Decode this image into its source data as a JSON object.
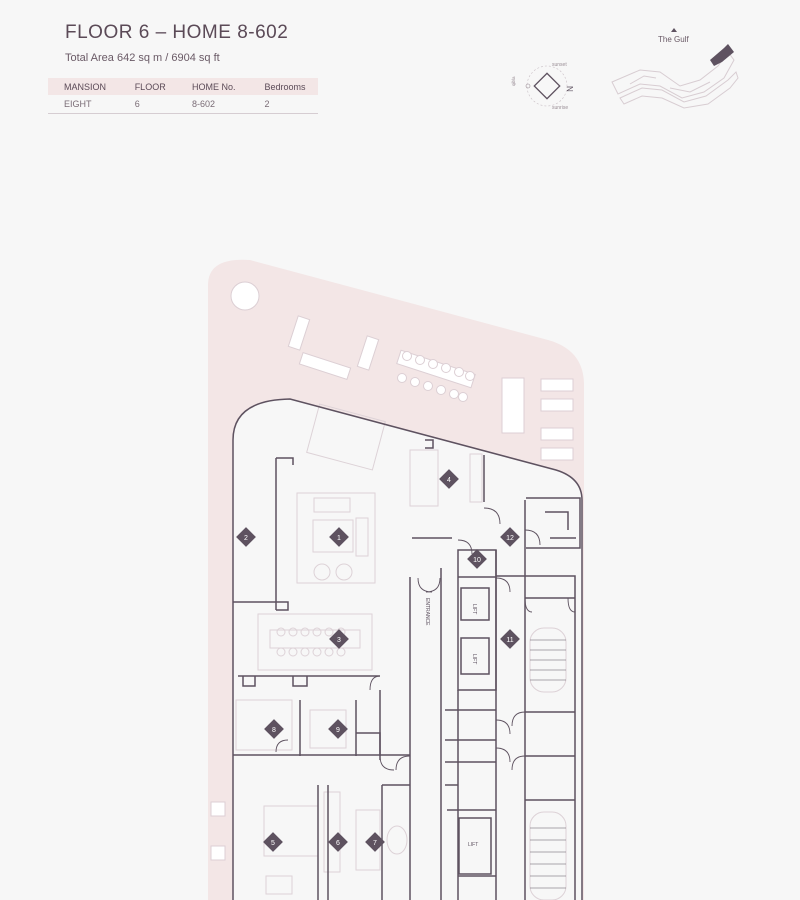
{
  "header": {
    "title": "FLOOR 6 – HOME 8-602",
    "subtitle": "Total Area 642 sq m / 6904 sq ft"
  },
  "specs": {
    "headers": [
      "MANSION",
      "FLOOR",
      "HOME No.",
      "Bedrooms"
    ],
    "values": [
      "EIGHT",
      "6",
      "8-602",
      "2"
    ]
  },
  "compass": {
    "north": "N",
    "sunset": "sunset",
    "sunrise": "sunrise",
    "qibla": "qibla"
  },
  "keyplan": {
    "label": "The Gulf"
  },
  "plan": {
    "colors": {
      "terrace": "#f3e6e6",
      "wall": "#5e5260",
      "marker": "#5e5260",
      "furniture": "#d8cdd2"
    },
    "room_markers": [
      "1",
      "2",
      "3",
      "4",
      "5",
      "6",
      "7",
      "8",
      "9",
      "10",
      "11",
      "12"
    ],
    "lift_label": "LIFT",
    "entrance_label": "ENTRANCE"
  }
}
